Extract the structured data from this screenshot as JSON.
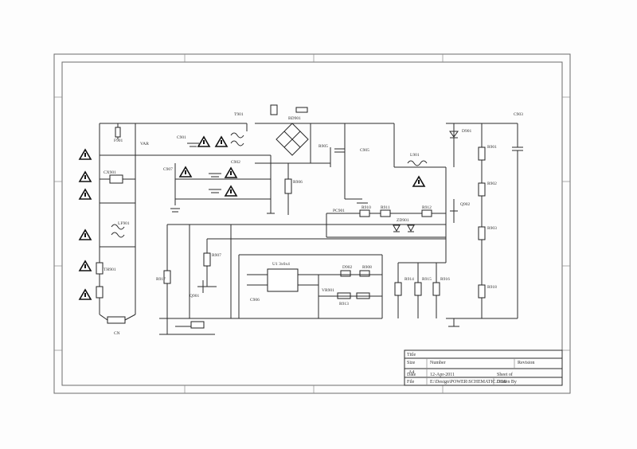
{
  "labels": {
    "fuse": "F901",
    "bridge": "BD901",
    "cn": "CN",
    "ic_main": "U1 3x6x4",
    "q_main": "Q901",
    "t_main": "T901",
    "r_col1": "R901",
    "r_col2": "R902",
    "r_col3": "R903",
    "c_in": "C901",
    "c_main": "C902",
    "d_out": "D901",
    "l_out": "L901",
    "c_out": "C903",
    "zd": "ZD901",
    "r_fb1": "R910",
    "r_fb2": "R911",
    "r_fb3": "R912",
    "r_fb4": "R913",
    "opto": "PC901",
    "vr": "VR901",
    "r_snub": "R905",
    "c_snub": "C905",
    "r_gate": "R906",
    "r_sense": "R907",
    "c_vcc": "C906",
    "d_vcc": "D902",
    "r_vcc": "R908",
    "c_filter": "C907",
    "r_a": "R914",
    "r_b": "R915",
    "r_c": "R916",
    "r_d": "R917",
    "q2": "Q902",
    "r_q2": "R918",
    "c_x": "CX901",
    "lf": "LF901",
    "rt": "TH901",
    "varistor": "VAR"
  },
  "title_block": {
    "header": "Title",
    "row1_left": "Size",
    "row1_mid": "Number",
    "row1_right": "Revision",
    "row2_left": "A4",
    "row3_left": "Date",
    "row3_mid": "12-Apr-2011",
    "row3_right": "Sheet of",
    "row4_left": "File",
    "row4_mid": "E:\\Design\\POWER\\SCHEMATIC.DDB",
    "row4_right": "Drawn By"
  },
  "icons": {
    "warning": "warning-triangle-icon",
    "ground": "ground-icon"
  }
}
